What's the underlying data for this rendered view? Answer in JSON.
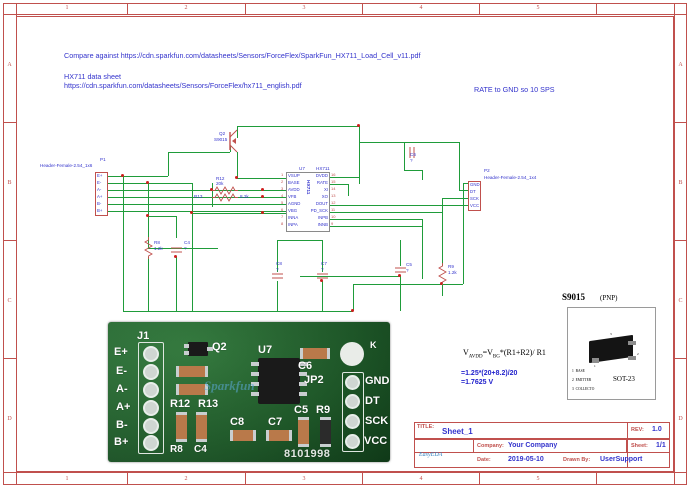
{
  "sheet": {
    "ruler_top": [
      "1",
      "2",
      "3",
      "4",
      "5"
    ],
    "ruler_bottom": [
      "1",
      "2",
      "3",
      "4",
      "5"
    ],
    "ruler_left": [
      "A",
      "B",
      "C",
      "D"
    ],
    "ruler_right": [
      "A",
      "B",
      "C",
      "D"
    ]
  },
  "notes": {
    "compare": "Compare against https://cdn.sparkfun.com/datasheets/Sensors/ForceFlex/SparkFun_HX711_Load_Cell_v11.pdf",
    "datasheet_title": "HX711 data sheet",
    "datasheet_url": "https://cdn.sparkfun.com/datasheets/Sensors/ForceFlex/hx711_english.pdf",
    "rate_note": "RATE to GND so 10 SPS"
  },
  "schematic": {
    "p1": {
      "ref": "P1",
      "desc": "Header-Female-2.54_1x6",
      "pins": [
        "E+",
        "E-",
        "A-",
        "A+",
        "B-",
        "B+"
      ]
    },
    "p2": {
      "ref": "P2",
      "desc": "Header-Female-2.54_1x4",
      "pins": [
        "GND",
        "DT",
        "SCK",
        "VCC"
      ]
    },
    "u7": {
      "ref": "U7",
      "part": "HX711",
      "body_label": "HX711",
      "left_pins": [
        {
          "num": "1",
          "name": "VSUP"
        },
        {
          "num": "2",
          "name": "BASE"
        },
        {
          "num": "3",
          "name": "AVDD"
        },
        {
          "num": "4",
          "name": "VFB"
        },
        {
          "num": "5",
          "name": "AGND"
        },
        {
          "num": "6",
          "name": "VBG"
        },
        {
          "num": "7",
          "name": "INNA"
        },
        {
          "num": "8",
          "name": "INPA"
        }
      ],
      "right_pins": [
        {
          "num": "16",
          "name": "DVDD"
        },
        {
          "num": "15",
          "name": "RATE"
        },
        {
          "num": "14",
          "name": "XI"
        },
        {
          "num": "13",
          "name": "XO"
        },
        {
          "num": "12",
          "name": "DOUT"
        },
        {
          "num": "11",
          "name": "PD_SCK"
        },
        {
          "num": "10",
          "name": "INPB"
        },
        {
          "num": "9",
          "name": "INNB"
        }
      ]
    },
    "q2": {
      "ref": "Q2",
      "value": "S9015"
    },
    "components": [
      {
        "ref": "R12",
        "value": "20k"
      },
      {
        "ref": "R13",
        "value": "8.2k"
      },
      {
        "ref": "R8",
        "value": "1.2k"
      },
      {
        "ref": "R9",
        "value": "1.2k"
      },
      {
        "ref": "C4",
        "value": "?"
      },
      {
        "ref": "C5",
        "value": "?"
      },
      {
        "ref": "C6",
        "value": "?"
      },
      {
        "ref": "C7",
        "value": "?"
      },
      {
        "ref": "C8",
        "value": "?"
      }
    ]
  },
  "formula": {
    "line1_pre": "V",
    "line1_sub1": "AVDD",
    "line1_mid": "=V",
    "line1_sub2": "BG",
    "line1_post": "*(R1+R2)/ R1",
    "line2": "=1.25*(20+8.2)/20",
    "line3": "=1.7625 V"
  },
  "datasheet_box": {
    "part": "S9015",
    "type": "(PNP)",
    "pins": [
      "1  BASE",
      "2  EMITTER",
      "3  COLLECTO"
    ],
    "package": "SOT-23",
    "pkg_marks": [
      "3",
      "2",
      "1"
    ]
  },
  "pcb": {
    "connector_left": [
      "E+",
      "E-",
      "A-",
      "A+",
      "B-",
      "B+"
    ],
    "connector_right": [
      "GND",
      "DT",
      "SCK",
      "VCC"
    ],
    "silk": [
      "J1",
      "Q2",
      "U7",
      "R12",
      "R13",
      "R8",
      "C4",
      "C8",
      "C7",
      "C6",
      "C5",
      "R9",
      "JP2",
      "K"
    ],
    "board_text": "8101998",
    "watermark": "Sparkfun"
  },
  "title_block": {
    "title_key": "TITLE:",
    "title_value": "Sheet_1",
    "rev_key": "REV:",
    "rev_value": "1.0",
    "company_key": "Company:",
    "company_value": "Your Company",
    "sheet_key": "Sheet:",
    "sheet_value": "1/1",
    "date_key": "Date:",
    "date_value": "2019-05-10",
    "drawn_key": "Drawn By:",
    "drawn_value": "UserSupport",
    "logo_text": "EasyEDA"
  },
  "colors": {
    "frame": "#c0504d",
    "wire": "#1f9c3a",
    "text_blue": "#3333cc",
    "junction": "#d02020",
    "pcb_green": "#1d5c28"
  }
}
